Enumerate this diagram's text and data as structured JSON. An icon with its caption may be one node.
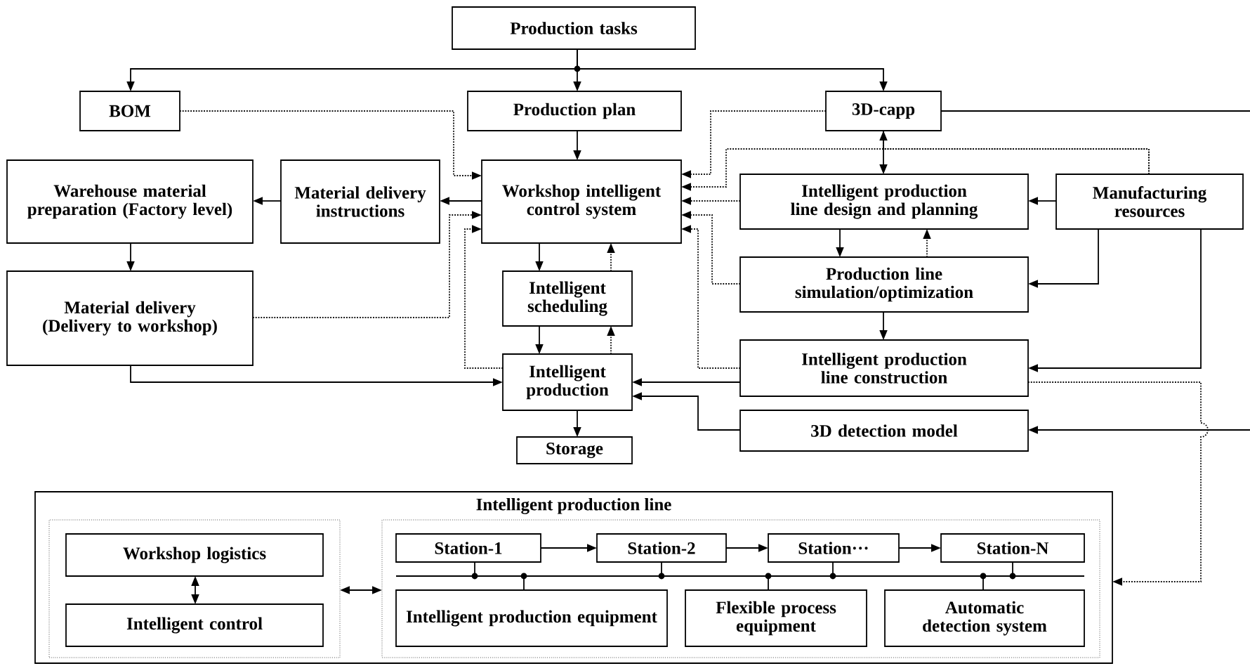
{
  "diagram": {
    "nodes": [
      {
        "text": [
          "Production tasks"
        ]
      },
      {
        "text": [
          "BOM"
        ]
      },
      {
        "text": [
          "Production plan"
        ]
      },
      {
        "text": [
          "3D-capp"
        ]
      },
      {
        "text": [
          "Warehouse material preparation (Factory level)"
        ]
      },
      {
        "text": [
          "Material delivery instructions"
        ]
      },
      {
        "text": [
          "Workshop intelligent control system"
        ]
      },
      {
        "text": [
          "Intelligent production line design and planning"
        ]
      },
      {
        "text": [
          "Manufacturing resources"
        ]
      },
      {
        "text": [
          "Production line simulation/optimization"
        ]
      },
      {
        "text": [
          "Material delivery (Delivery to workshop)"
        ]
      },
      {
        "text": [
          "Intelligent scheduling"
        ]
      },
      {
        "text": [
          "Intelligent production line construction"
        ]
      },
      {
        "text": [
          "Intelligent production"
        ]
      },
      {
        "text": [
          "3D detection model"
        ]
      },
      {
        "text": [
          "Storage"
        ]
      },
      {
        "text": [
          "Intelligent production line"
        ]
      },
      {
        "text": [],
        "shape": "box",
        "in": 16
      },
      {
        "text": [
          "Workshop logistics"
        ],
        "in": 17
      },
      {
        "text": [
          "Intelligent control"
        ],
        "in": 17
      },
      {
        "text": [],
        "shape": "box",
        "in": 16
      },
      {
        "text": [
          "Station-1"
        ],
        "in": 20
      },
      {
        "text": [
          "Station-2"
        ],
        "in": 20
      },
      {
        "text": [
          "Station···"
        ],
        "in": 20
      },
      {
        "text": [
          "Station-N"
        ],
        "in": 20
      },
      {
        "text": [],
        "shape": "bar",
        "in": 20
      },
      {
        "text": [
          "Intelligent production equipment"
        ],
        "in": 20
      },
      {
        "text": [
          "Flexible process equipment"
        ],
        "in": 20
      },
      {
        "text": [
          "Automatic detection system"
        ],
        "in": 20
      }
    ],
    "edges": [
      {
        "from": 0,
        "to": 1,
        "arrow": "to"
      },
      {
        "from": 0,
        "to": 2,
        "arrow": "to"
      },
      {
        "from": 0,
        "to": 3,
        "arrow": "to"
      },
      {
        "from": 1,
        "to": 6,
        "arrow": "to",
        "style": "dashed"
      },
      {
        "from": 2,
        "to": 6,
        "arrow": "to"
      },
      {
        "from": 6,
        "to": 5,
        "arrow": "to"
      },
      {
        "from": 5,
        "to": 4,
        "arrow": "to"
      },
      {
        "from": 4,
        "to": 10,
        "arrow": "to"
      },
      {
        "from": 10,
        "to": 6,
        "arrow": "to",
        "style": "dashed"
      },
      {
        "from": 10,
        "to": 13,
        "arrow": "to"
      },
      {
        "from": 13,
        "to": 6,
        "arrow": "to",
        "style": "dashed"
      },
      {
        "from": 6,
        "to": 11,
        "arrow": "to"
      },
      {
        "from": 11,
        "to": 6,
        "arrow": "to",
        "style": "dashed"
      },
      {
        "from": 11,
        "to": 13,
        "arrow": "to"
      },
      {
        "from": 13,
        "to": 11,
        "arrow": "to",
        "style": "dashed"
      },
      {
        "from": 13,
        "to": 15,
        "arrow": "to"
      },
      {
        "from": 3,
        "to": 6,
        "arrow": "to",
        "style": "dashed"
      },
      {
        "from": 8,
        "to": 3,
        "arrow": "to",
        "style": "dashed"
      },
      {
        "from": 8,
        "to": 6,
        "arrow": "to",
        "style": "dashed"
      },
      {
        "from": 3,
        "to": 7,
        "arrow": "to"
      },
      {
        "from": 7,
        "to": 6,
        "arrow": "to",
        "style": "dashed"
      },
      {
        "from": 9,
        "to": 6,
        "arrow": "to",
        "style": "dashed"
      },
      {
        "from": 12,
        "to": 6,
        "arrow": "to",
        "style": "dashed"
      },
      {
        "from": 8,
        "to": 7,
        "arrow": "to"
      },
      {
        "from": 7,
        "to": 9,
        "arrow": "to"
      },
      {
        "from": 9,
        "to": 7,
        "arrow": "to",
        "style": "dashed"
      },
      {
        "from": 8,
        "to": 9,
        "arrow": "to"
      },
      {
        "from": 9,
        "to": 12,
        "arrow": "to"
      },
      {
        "from": 8,
        "to": 12,
        "arrow": "to"
      },
      {
        "from": 12,
        "to": 13,
        "arrow": "to"
      },
      {
        "from": 14,
        "to": 13,
        "arrow": "to"
      },
      {
        "from": 12,
        "to": 16,
        "arrow": "to",
        "style": "dashed"
      },
      {
        "from": 3,
        "to": null,
        "arrow": "none"
      },
      {
        "from": null,
        "to": 14,
        "arrow": "to"
      },
      {
        "from": 18,
        "to": 19,
        "arrow": "both"
      },
      {
        "from": 17,
        "to": 20,
        "arrow": "both"
      },
      {
        "from": 21,
        "to": 22,
        "arrow": "to"
      },
      {
        "from": 22,
        "to": 23,
        "arrow": "to"
      },
      {
        "from": 23,
        "to": 24,
        "arrow": "to"
      },
      {
        "from": 21,
        "to": 25,
        "arrow": "none"
      },
      {
        "from": 22,
        "to": 25,
        "arrow": "none"
      },
      {
        "from": 23,
        "to": 25,
        "arrow": "none"
      },
      {
        "from": 24,
        "to": 25,
        "arrow": "none"
      },
      {
        "from": 26,
        "to": 25,
        "arrow": "none"
      },
      {
        "from": 27,
        "to": 25,
        "arrow": "none"
      },
      {
        "from": 28,
        "to": 25,
        "arrow": "none"
      }
    ]
  }
}
